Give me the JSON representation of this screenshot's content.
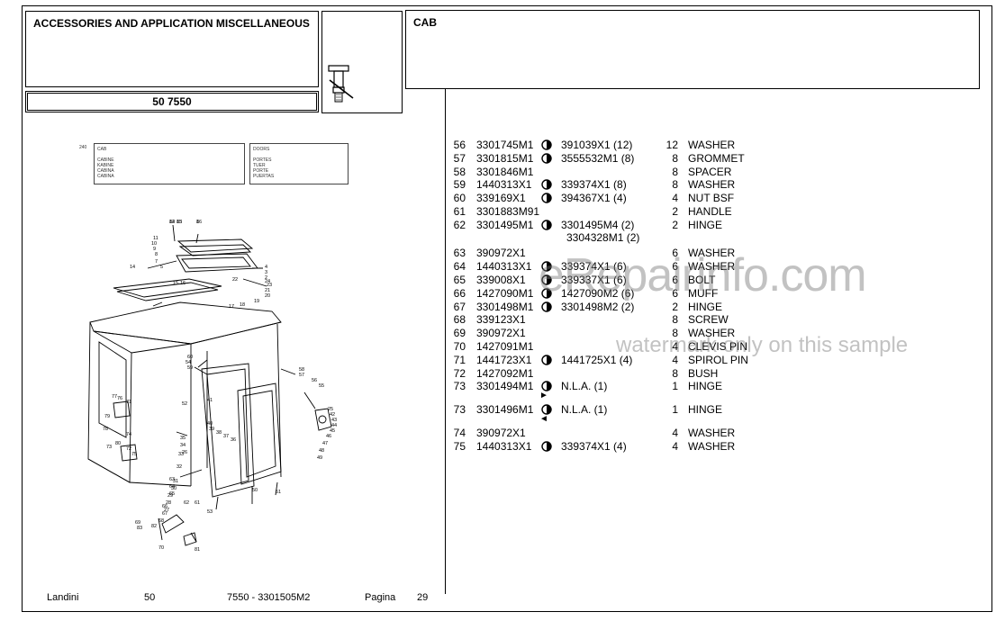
{
  "header": {
    "section_title": "ACCESSORIES AND APPLICATION MISCELLANEOUS",
    "section_code": "50 7550",
    "group_title": "CAB",
    "icon": "lubrication-fitting-icon"
  },
  "inset_left": {
    "ref": "240",
    "lines": [
      "CAB",
      "",
      "CABINE",
      "KABINE",
      "CABINA",
      "CABINA"
    ]
  },
  "inset_right": {
    "lines": [
      "DOORS",
      "",
      "PORTES",
      "TUER",
      "PORTE",
      "PUERTAS"
    ]
  },
  "parts": [
    {
      "no": "56",
      "part": "3301745M1",
      "sym": "half",
      "alt": "391039X1  (12)",
      "qty": "12",
      "desc": "WASHER"
    },
    {
      "no": "57",
      "part": "3301815M1",
      "sym": "half",
      "alt": "3555532M1  (8)",
      "qty": "8",
      "desc": "GROMMET"
    },
    {
      "no": "58",
      "part": "3301846M1",
      "sym": "",
      "alt": "",
      "qty": "8",
      "desc": "SPACER"
    },
    {
      "no": "59",
      "part": "1440313X1",
      "sym": "half",
      "alt": "339374X1  (8)",
      "qty": "8",
      "desc": "WASHER"
    },
    {
      "no": "60",
      "part": "339169X1",
      "sym": "half",
      "alt": "394367X1  (4)",
      "qty": "4",
      "desc": "NUT BSF"
    },
    {
      "no": "61",
      "part": "3301883M91",
      "sym": "",
      "alt": "",
      "qty": "2",
      "desc": "HANDLE"
    },
    {
      "no": "62",
      "part": "3301495M1",
      "sym": "half",
      "alt": "3301495M4  (2)",
      "alt2": "3304328M1  (2)",
      "qty": "2",
      "desc": "HINGE"
    },
    {
      "no": "63",
      "part": "390972X1",
      "sym": "",
      "alt": "",
      "qty": "6",
      "desc": "WASHER"
    },
    {
      "no": "64",
      "part": "1440313X1",
      "sym": "half",
      "alt": "339374X1  (6)",
      "qty": "6",
      "desc": "WASHER"
    },
    {
      "no": "65",
      "part": "339008X1",
      "sym": "half",
      "alt": "339337X1  (6)",
      "qty": "6",
      "desc": "BOLT"
    },
    {
      "no": "66",
      "part": "1427090M1",
      "sym": "half",
      "alt": "1427090M2  (6)",
      "qty": "6",
      "desc": "MUFF"
    },
    {
      "no": "67",
      "part": "3301498M1",
      "sym": "half",
      "alt": "3301498M2  (2)",
      "qty": "2",
      "desc": "HINGE"
    },
    {
      "no": "68",
      "part": "339123X1",
      "sym": "",
      "alt": "",
      "qty": "8",
      "desc": "SCREW"
    },
    {
      "no": "69",
      "part": "390972X1",
      "sym": "",
      "alt": "",
      "qty": "8",
      "desc": "WASHER"
    },
    {
      "no": "70",
      "part": "1427091M1",
      "sym": "",
      "alt": "",
      "qty": "4",
      "desc": "CLEVIS PIN"
    },
    {
      "no": "71",
      "part": "1441723X1",
      "sym": "half",
      "alt": "1441725X1  (4)",
      "qty": "4",
      "desc": "SPIROL PIN"
    },
    {
      "no": "72",
      "part": "1427092M1",
      "sym": "",
      "alt": "",
      "qty": "8",
      "desc": "BUSH"
    },
    {
      "no": "73",
      "part": "3301494M1",
      "sym": "half",
      "alt": "N.L.A.  (1)",
      "arrow": "►",
      "qty": "1",
      "desc": "HINGE"
    },
    {
      "no": "73",
      "part": "3301496M1",
      "sym": "half",
      "alt": "N.L.A.  (1)",
      "arrow": "◄",
      "qty": "1",
      "desc": "HINGE"
    },
    {
      "no": "74",
      "part": "390972X1",
      "sym": "",
      "alt": "",
      "qty": "4",
      "desc": "WASHER"
    },
    {
      "no": "75",
      "part": "1440313X1",
      "sym": "half",
      "alt": "339374X1  (4)",
      "qty": "4",
      "desc": "WASHER"
    }
  ],
  "callouts": [
    "12",
    "13",
    "1",
    "11",
    "10",
    "9",
    "8",
    "7",
    "5",
    "14",
    "4",
    "3",
    "2",
    "15",
    "16",
    "22",
    "24",
    "23",
    "21",
    "20",
    "19",
    "18",
    "17",
    "60",
    "54",
    "59",
    "58",
    "57",
    "56",
    "55",
    "41",
    "77",
    "76",
    "71",
    "79",
    "78",
    "74",
    "80",
    "73",
    "72",
    "75",
    "40",
    "39",
    "38",
    "37",
    "36",
    "35",
    "34",
    "33",
    "32",
    "31",
    "30",
    "29",
    "28",
    "27",
    "26",
    "25",
    "42",
    "43",
    "44",
    "45",
    "46",
    "47",
    "48",
    "49",
    "50",
    "51",
    "52",
    "53",
    "61",
    "62",
    "63",
    "64",
    "65",
    "66",
    "67",
    "68",
    "69",
    "70",
    "81",
    "82",
    "83",
    "84",
    "85",
    "86"
  ],
  "footer": {
    "brand": "Landini",
    "section": "50",
    "reference": "7550 - 3301505M2",
    "page_label": "Pagina",
    "page_number": "29"
  },
  "watermark": {
    "site": "eRepairinfo.com",
    "note": "watermark only on this sample"
  }
}
